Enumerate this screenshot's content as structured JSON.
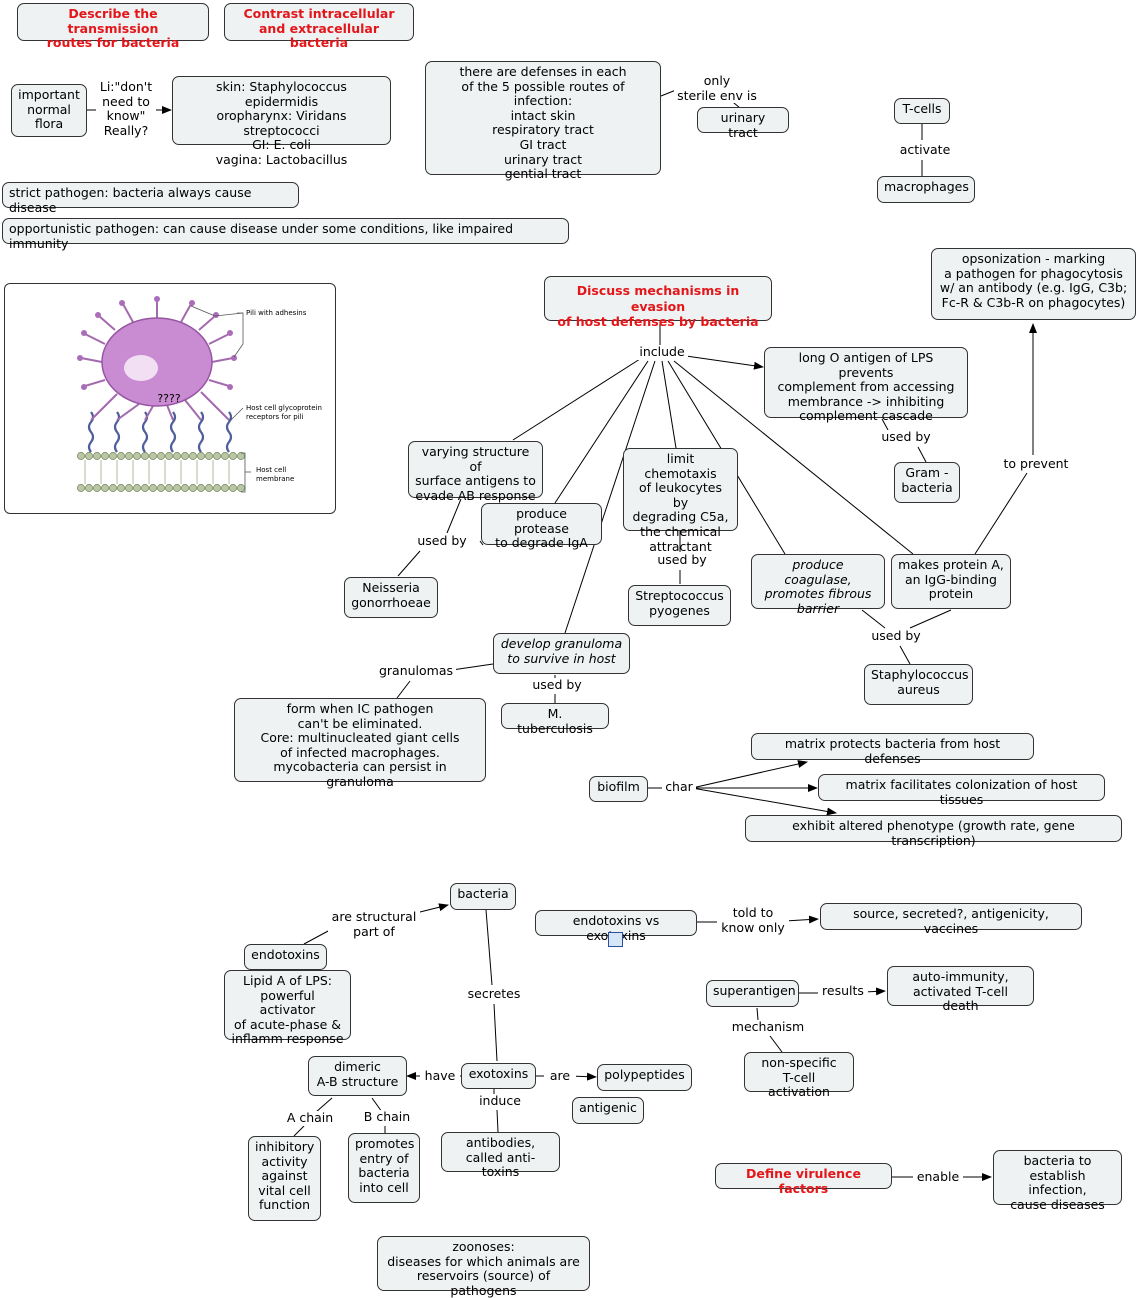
{
  "nodes": {
    "transmission": "Describe the transmission\nroutes for bacteria",
    "contrast": "Contrast intracellular\nand extracellular bacteria",
    "normal_flora": "important\nnormal\nflora",
    "flora_list": "skin: Staphylococcus epidermidis\noropharynx: Viridans streptococci\nGI: E. coli\nvagina: Lactobacillus",
    "routes": "there are defenses in each\nof the 5 possible routes of infection:\nintact skin\nrespiratory tract\nGI tract\nurinary tract\ngential tract",
    "urinary": "urinary tract",
    "tcells": "T-cells",
    "macrophages": "macrophages",
    "strict": "strict pathogen: bacteria always cause disease",
    "opportunistic": "opportunistic pathogen:  can cause disease under some conditions, like impaired immunity",
    "discuss": "Discuss mechanisms in evasion\nof host defenses by bacteria",
    "opsonization": "opsonization - marking\na pathogen for phagocytosis\nw/ an antibody (e.g. IgG, C3b;\nFc-R & C3b-R on phagocytes)",
    "long_o": "long O antigen of LPS prevents\ncomplement from accessing\nmembrance -> inhibiting\ncomplement cascade",
    "gram_neg": "Gram -\nbacteria",
    "varying": "varying structure of\nsurface antigens to\nevade AB response",
    "protease": "produce protease\nto degrade IgA",
    "chemotaxis": "limit chemotaxis\nof leukocytes by\ndegrading C5a,\nthe chemical\nattractant",
    "coagulase": "produce coagulase,\npromotes fibrous\nbarrier",
    "protein_a": "makes protein A,\nan IgG-binding\nprotein",
    "neisseria": "Neisseria\ngonorrhoeae",
    "strep": "Streptococcus\npyogenes",
    "staph": "Staphylococcus\naureus",
    "granuloma": "develop granuloma\nto survive in host",
    "mtb": "M. tuberculosis",
    "granuloma_desc": "form when IC pathogen\ncan't be eliminated.\nCore: multinucleated giant cells\nof infected macrophages.\nmycobacteria can persist in granuloma",
    "biofilm": "biofilm",
    "matrix_protect": "matrix protects bacteria from host defenses",
    "matrix_colon": "matrix facilitates colonization of host tissues",
    "phenotype": "exhibit altered phenotype (growth rate, gene transcription)",
    "bacteria": "bacteria",
    "endotoxins": "endotoxins",
    "lipid_a": "Lipid A of LPS:\npowerful activator\nof acute-phase &\ninflamm response",
    "endo_vs_exo": "endotoxins vs exotoxins",
    "source": "source, secreted?, antigenicity, vaccines",
    "superantigen": "superantigen",
    "autoimmunity": "auto-immunity,\nactivated T-cell death",
    "nonspecific": "non-specific\nT-cell activation",
    "dimeric": "dimeric\nA-B structure",
    "exotoxins": "exotoxins",
    "polypeptides": "polypeptides",
    "antigenic": "antigenic",
    "antibodies": "antibodies,\ncalled anti-toxins",
    "inhibitory": "inhibitory\nactivity\nagainst\nvital cell\nfunction",
    "promotes_entry": "promotes\nentry of\nbacteria\ninto cell",
    "virulence": "Define virulence factors",
    "establish": "bacteria to\nestablish infection,\ncause diseases",
    "zoonoses": "zoonoses:\ndiseases for which animals are\nreservoirs (source) of pathogens"
  },
  "labels": {
    "li": "Li:\"don't\nneed to\nknow\"\nReally?",
    "only_sterile": "only\nsterile env is",
    "activate": "activate",
    "include": "include",
    "used_by_1": "used by",
    "to_prevent": "to prevent",
    "used_by_2": "used by",
    "used_by_3": "used by",
    "used_by_4": "used by",
    "used_by_5": "used by",
    "granulomas": "granulomas",
    "char": "char",
    "structural": "are structural\npart of",
    "secretes": "secretes",
    "told_to": "told to\nknow only",
    "results": "results",
    "mechanism": "mechanism",
    "have": "have",
    "are": "are",
    "induce": "induce",
    "a_chain": "A chain",
    "b_chain": "B chain",
    "enable": "enable"
  },
  "illustration": {
    "pili_label": "Pili with adhesins",
    "receptor_label": "Host cell glycoprotein\nreceptors for pili",
    "membrane_label": "Host cell\nmembrane",
    "question": "????"
  },
  "colors": {
    "heading_red": "#e3161a",
    "node_fill": "#eef2f3",
    "cell_fill": "#c98bd1",
    "pili": "#a36aae",
    "receptor": "#4e5d9c",
    "membrane": "#9aab87"
  }
}
